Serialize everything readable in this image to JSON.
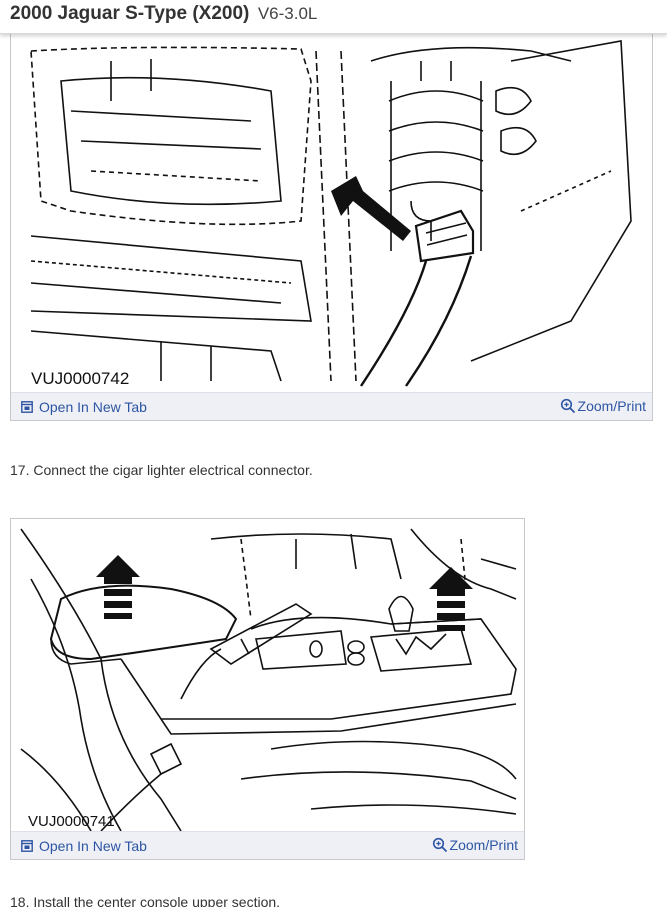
{
  "header": {
    "title": "2000 Jaguar S-Type (X200)",
    "engine": "V6-3.0L"
  },
  "figures": [
    {
      "code": "VUJ0000742",
      "open_label": "Open In New Tab",
      "zoom_label": "Zoom/Print"
    },
    {
      "code": "VUJ0000741",
      "open_label": "Open In New Tab",
      "zoom_label": "Zoom/Print"
    }
  ],
  "steps": [
    {
      "text": "17. Connect the cigar lighter electrical connector."
    },
    {
      "text": "18. Install the center console upper section."
    }
  ],
  "colors": {
    "link": "#2d55a3",
    "bar_bg": "#eef0f6"
  },
  "icons": {
    "open": "open-new-tab-icon",
    "zoom": "zoom-icon"
  }
}
